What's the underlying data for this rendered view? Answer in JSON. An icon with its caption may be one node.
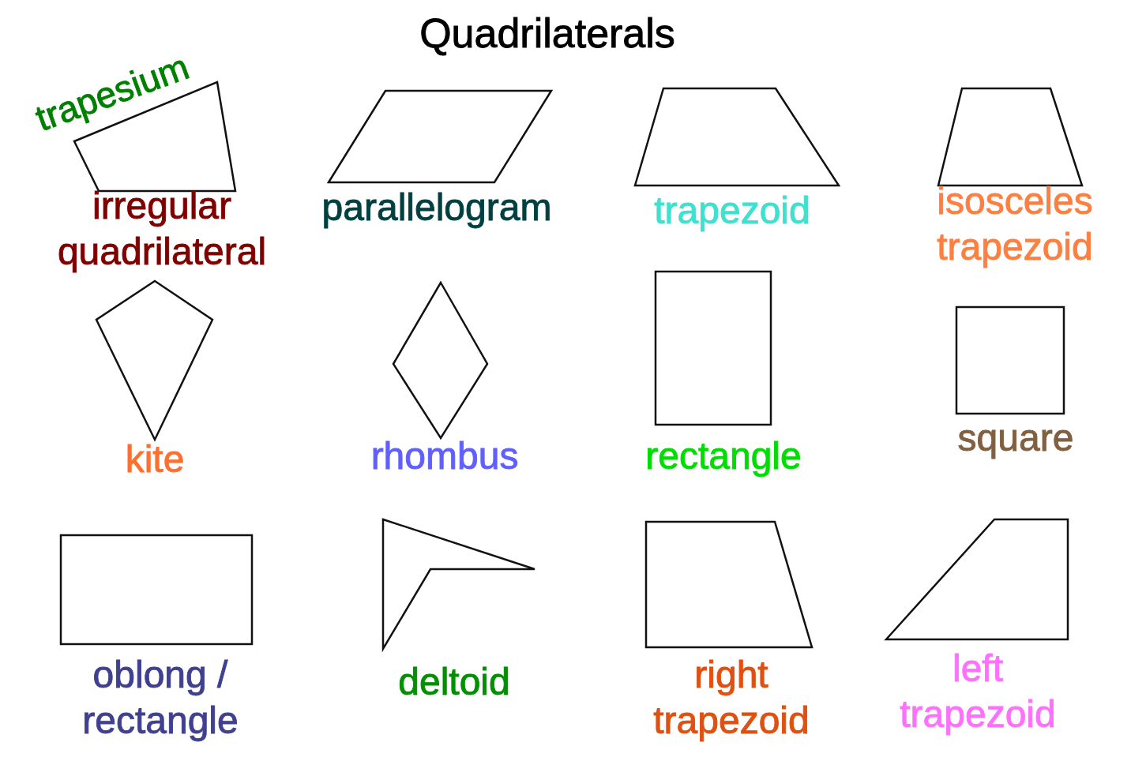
{
  "diagram": {
    "title": "Quadrilaterals",
    "nodes": [
      {
        "text": [
          "trapesium",
          "irregular quadrilateral"
        ]
      },
      {
        "text": [
          "parallelogram"
        ]
      },
      {
        "text": [
          "trapezoid"
        ]
      },
      {
        "text": [
          "isosceles trapezoid"
        ]
      },
      {
        "text": [
          "kite"
        ]
      },
      {
        "text": [
          "rhombus"
        ]
      },
      {
        "text": [
          "rectangle"
        ]
      },
      {
        "text": [
          "square"
        ]
      },
      {
        "text": [
          "oblong / rectangle"
        ]
      },
      {
        "text": [
          "deltoid"
        ]
      },
      {
        "text": [
          "right trapezoid"
        ]
      },
      {
        "text": [
          "left trapezoid"
        ]
      }
    ]
  }
}
